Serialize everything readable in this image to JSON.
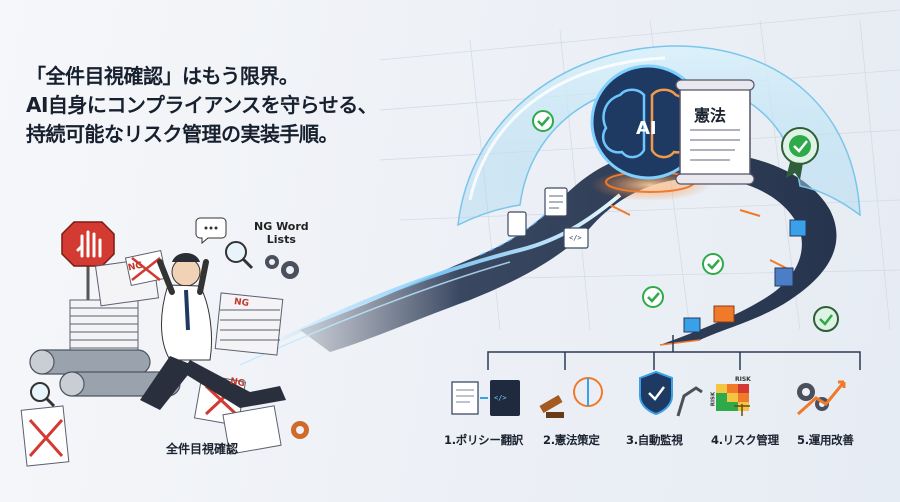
{
  "headline": {
    "line1": "「全件目視確認」はもう限界。",
    "line2": "AI自身にコンプライアンスを守らせる、",
    "line3": "持続可能なリスク管理の実装手順。"
  },
  "left_scene": {
    "caption": "全件目視確認",
    "ng_word_lists_line1": "NG Word",
    "ng_word_lists_line2": "Lists",
    "stamp_text": "NG"
  },
  "dome": {
    "ai_label": "AI",
    "scroll_label": "憲法",
    "code_tag": "</>"
  },
  "risk_icon": {
    "title": "RISK",
    "side": "RISK"
  },
  "steps": [
    {
      "label": "1.ポリシー翻訳",
      "icon": "document-to-code-icon"
    },
    {
      "label": "2.憲法策定",
      "icon": "gavel-brain-icon"
    },
    {
      "label": "3.自動監視",
      "icon": "shield-robot-arm-icon"
    },
    {
      "label": "4.リスク管理",
      "icon": "risk-matrix-scale-icon"
    },
    {
      "label": "5.運用改善",
      "icon": "gears-growth-arrow-icon"
    }
  ],
  "colors": {
    "headline": "#17202e",
    "dome_glass": "#bfe6f7",
    "road": "#2b3a55",
    "accent_blue": "#3aa0e8",
    "accent_orange": "#f07a2a",
    "check_green": "#2eaa4a",
    "alert_red": "#c0392b"
  }
}
